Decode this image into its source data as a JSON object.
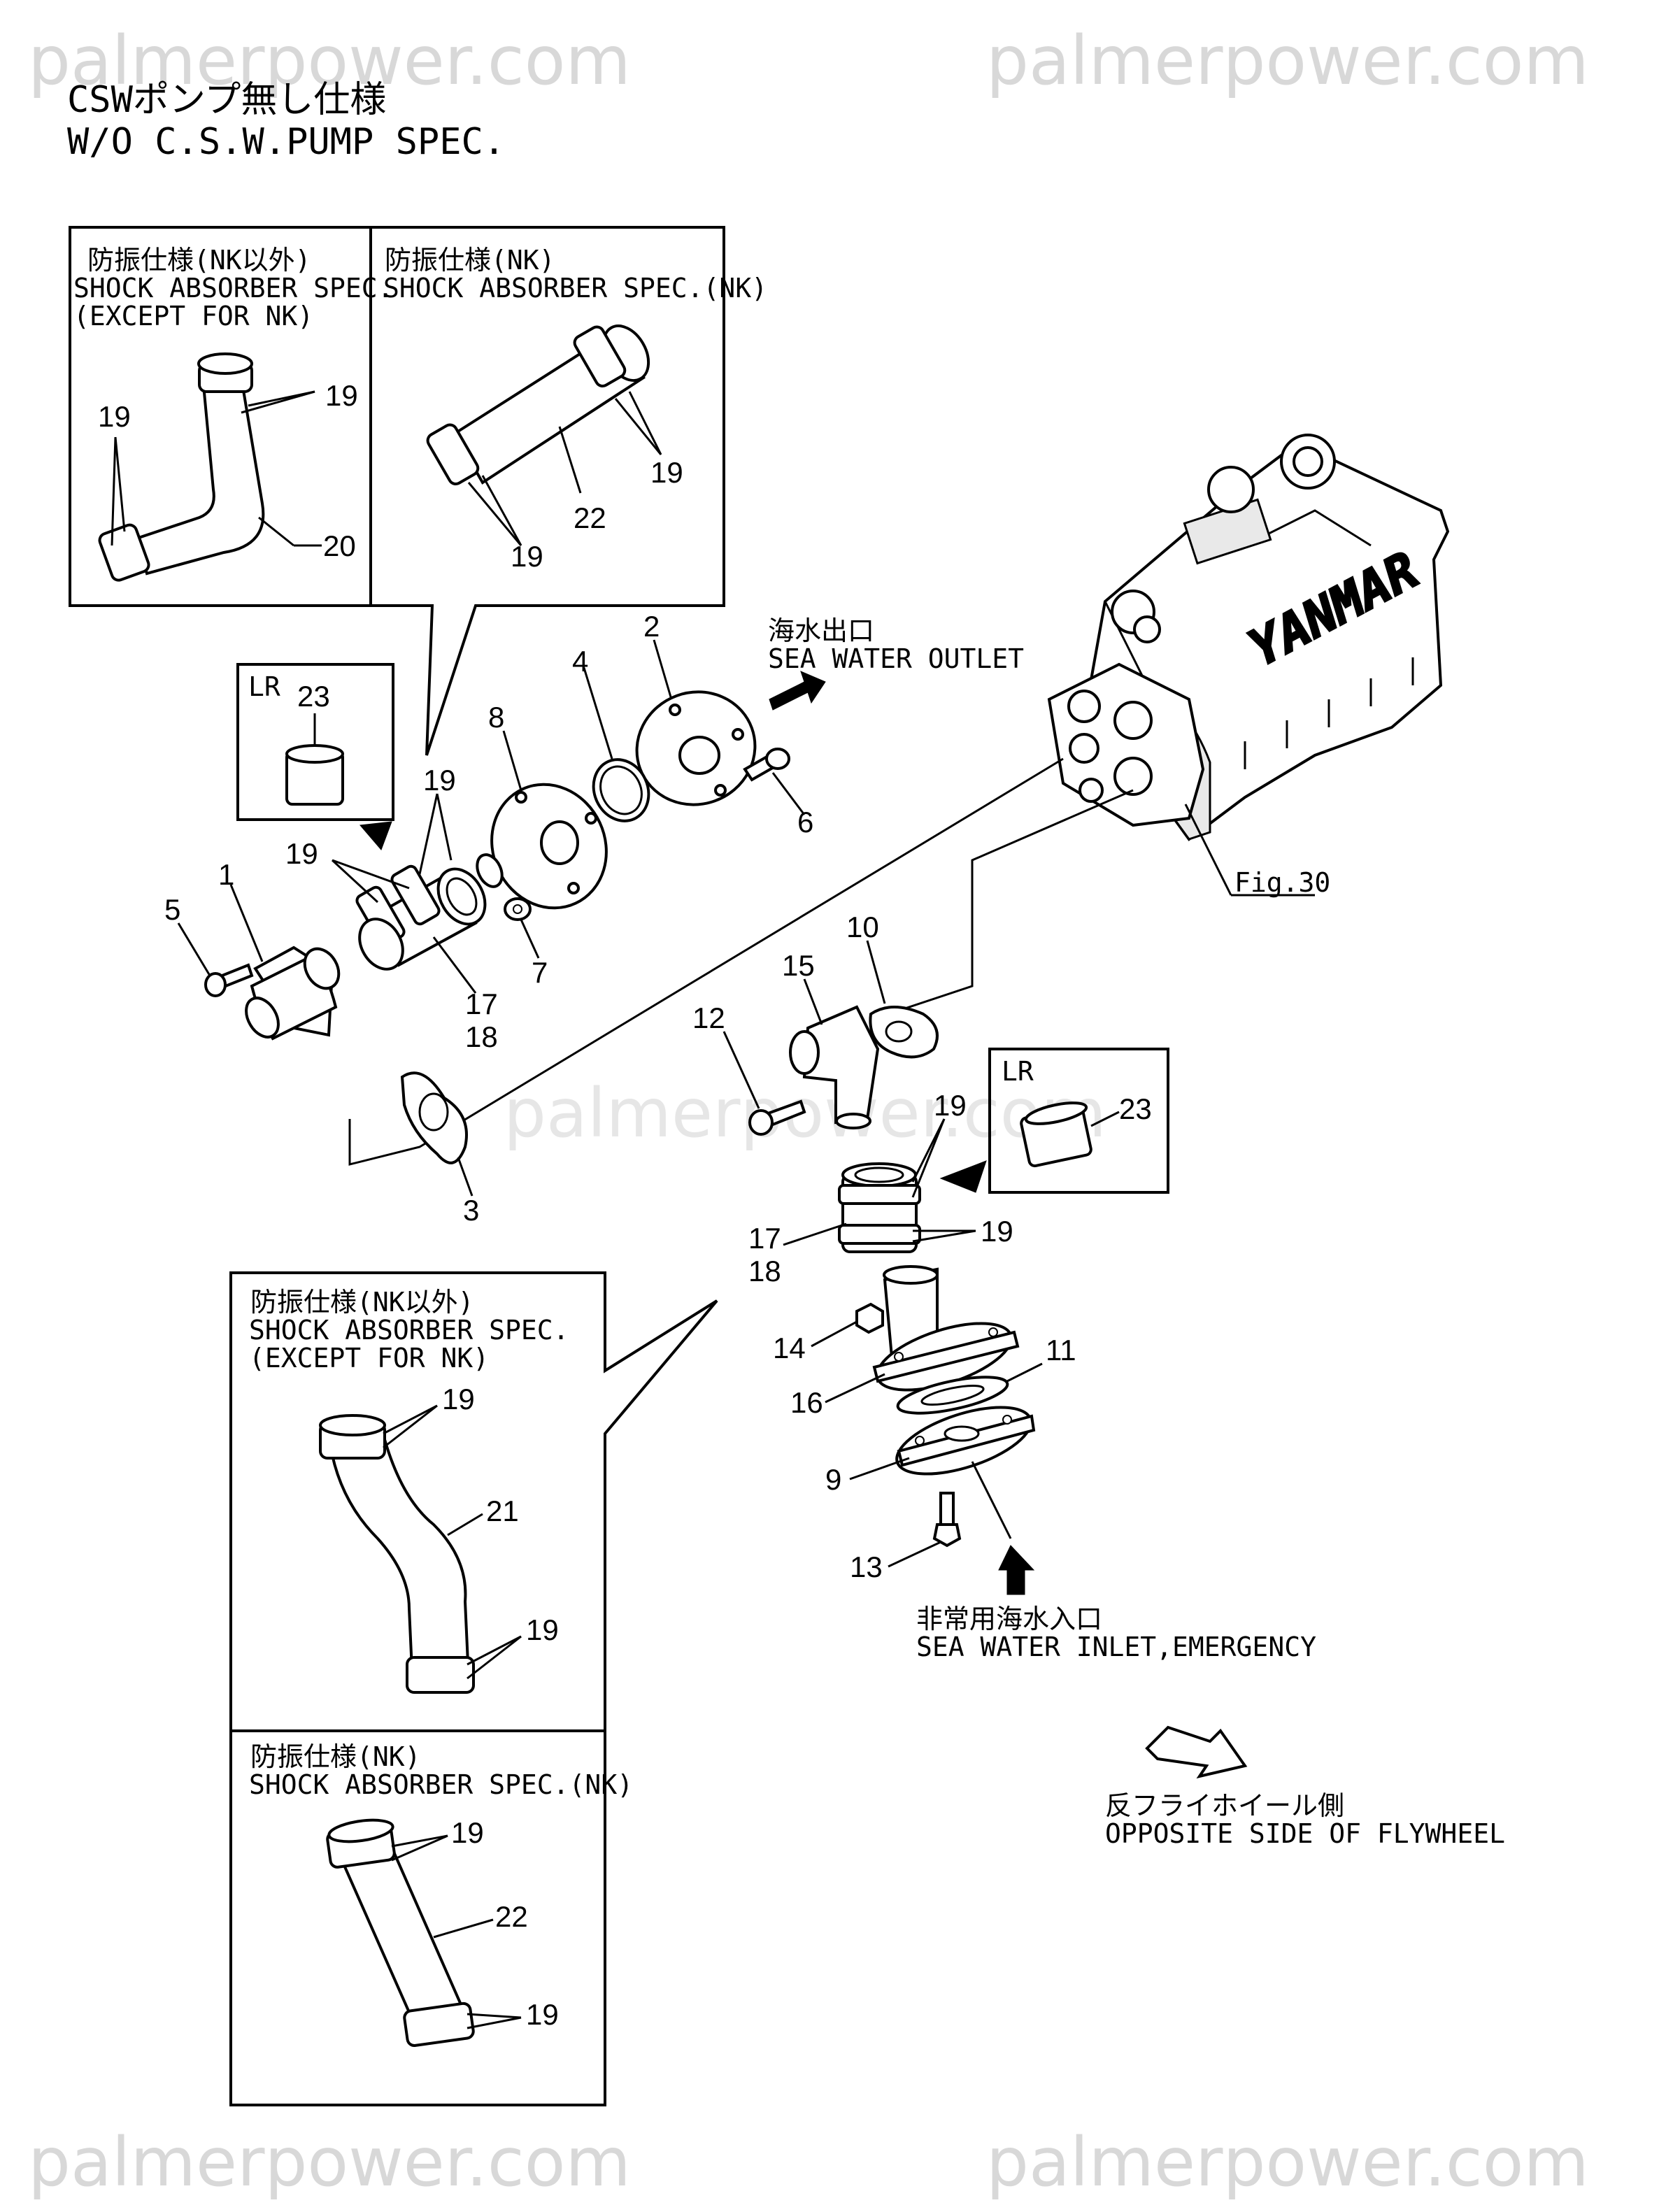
{
  "watermark": "palmerpower.com",
  "title": {
    "jp": "CSWポンプ無し仕様",
    "en": "W/O C.S.W.PUMP SPEC."
  },
  "inset_top_left": {
    "jp": "防振仕様(NK以外)",
    "en1": "SHOCK ABSORBER SPEC.",
    "en2": "(EXCEPT FOR NK)",
    "c1": "19",
    "c2": "19",
    "c3": "20"
  },
  "inset_top_right": {
    "jp": "防振仕様(NK)",
    "en": "SHOCK ABSORBER SPEC.(NK)",
    "c1": "19",
    "c2": "22",
    "c3": "19"
  },
  "inset_lr_top": {
    "tag": "LR",
    "num": "23"
  },
  "inset_lr_mid": {
    "tag": "LR",
    "num": "23"
  },
  "inset_bottom_upper": {
    "jp": "防振仕様(NK以外)",
    "en1": "SHOCK ABSORBER SPEC.",
    "en2": "(EXCEPT FOR NK)",
    "c1": "19",
    "c2": "21",
    "c3": "19"
  },
  "inset_bottom_lower": {
    "jp": "防振仕様(NK)",
    "en": "SHOCK ABSORBER SPEC.(NK)",
    "c1": "19",
    "c2": "22",
    "c3": "19"
  },
  "outlet": {
    "jp": "海水出口",
    "en": "SEA WATER OUTLET"
  },
  "inlet": {
    "jp": "非常用海水入口",
    "en": "SEA WATER INLET,EMERGENCY"
  },
  "direction": {
    "jp": "反フライホイール側",
    "en": "OPPOSITE SIDE OF FLYWHEEL"
  },
  "fig_ref": "Fig.30",
  "engine_brand": "YANMAR",
  "callouts": {
    "p1": "1",
    "p2": "2",
    "p3": "3",
    "p4": "4",
    "p5": "5",
    "p6": "6",
    "p7": "7",
    "p8": "8",
    "p9": "9",
    "p10": "10",
    "p11": "11",
    "p12": "12",
    "p13": "13",
    "p14": "14",
    "p15": "15",
    "p16": "16",
    "p17a": "17",
    "p18a": "18",
    "p17b": "17",
    "p18b": "18",
    "p19a": "19",
    "p19b": "19",
    "p19c": "19",
    "p19d": "19"
  }
}
